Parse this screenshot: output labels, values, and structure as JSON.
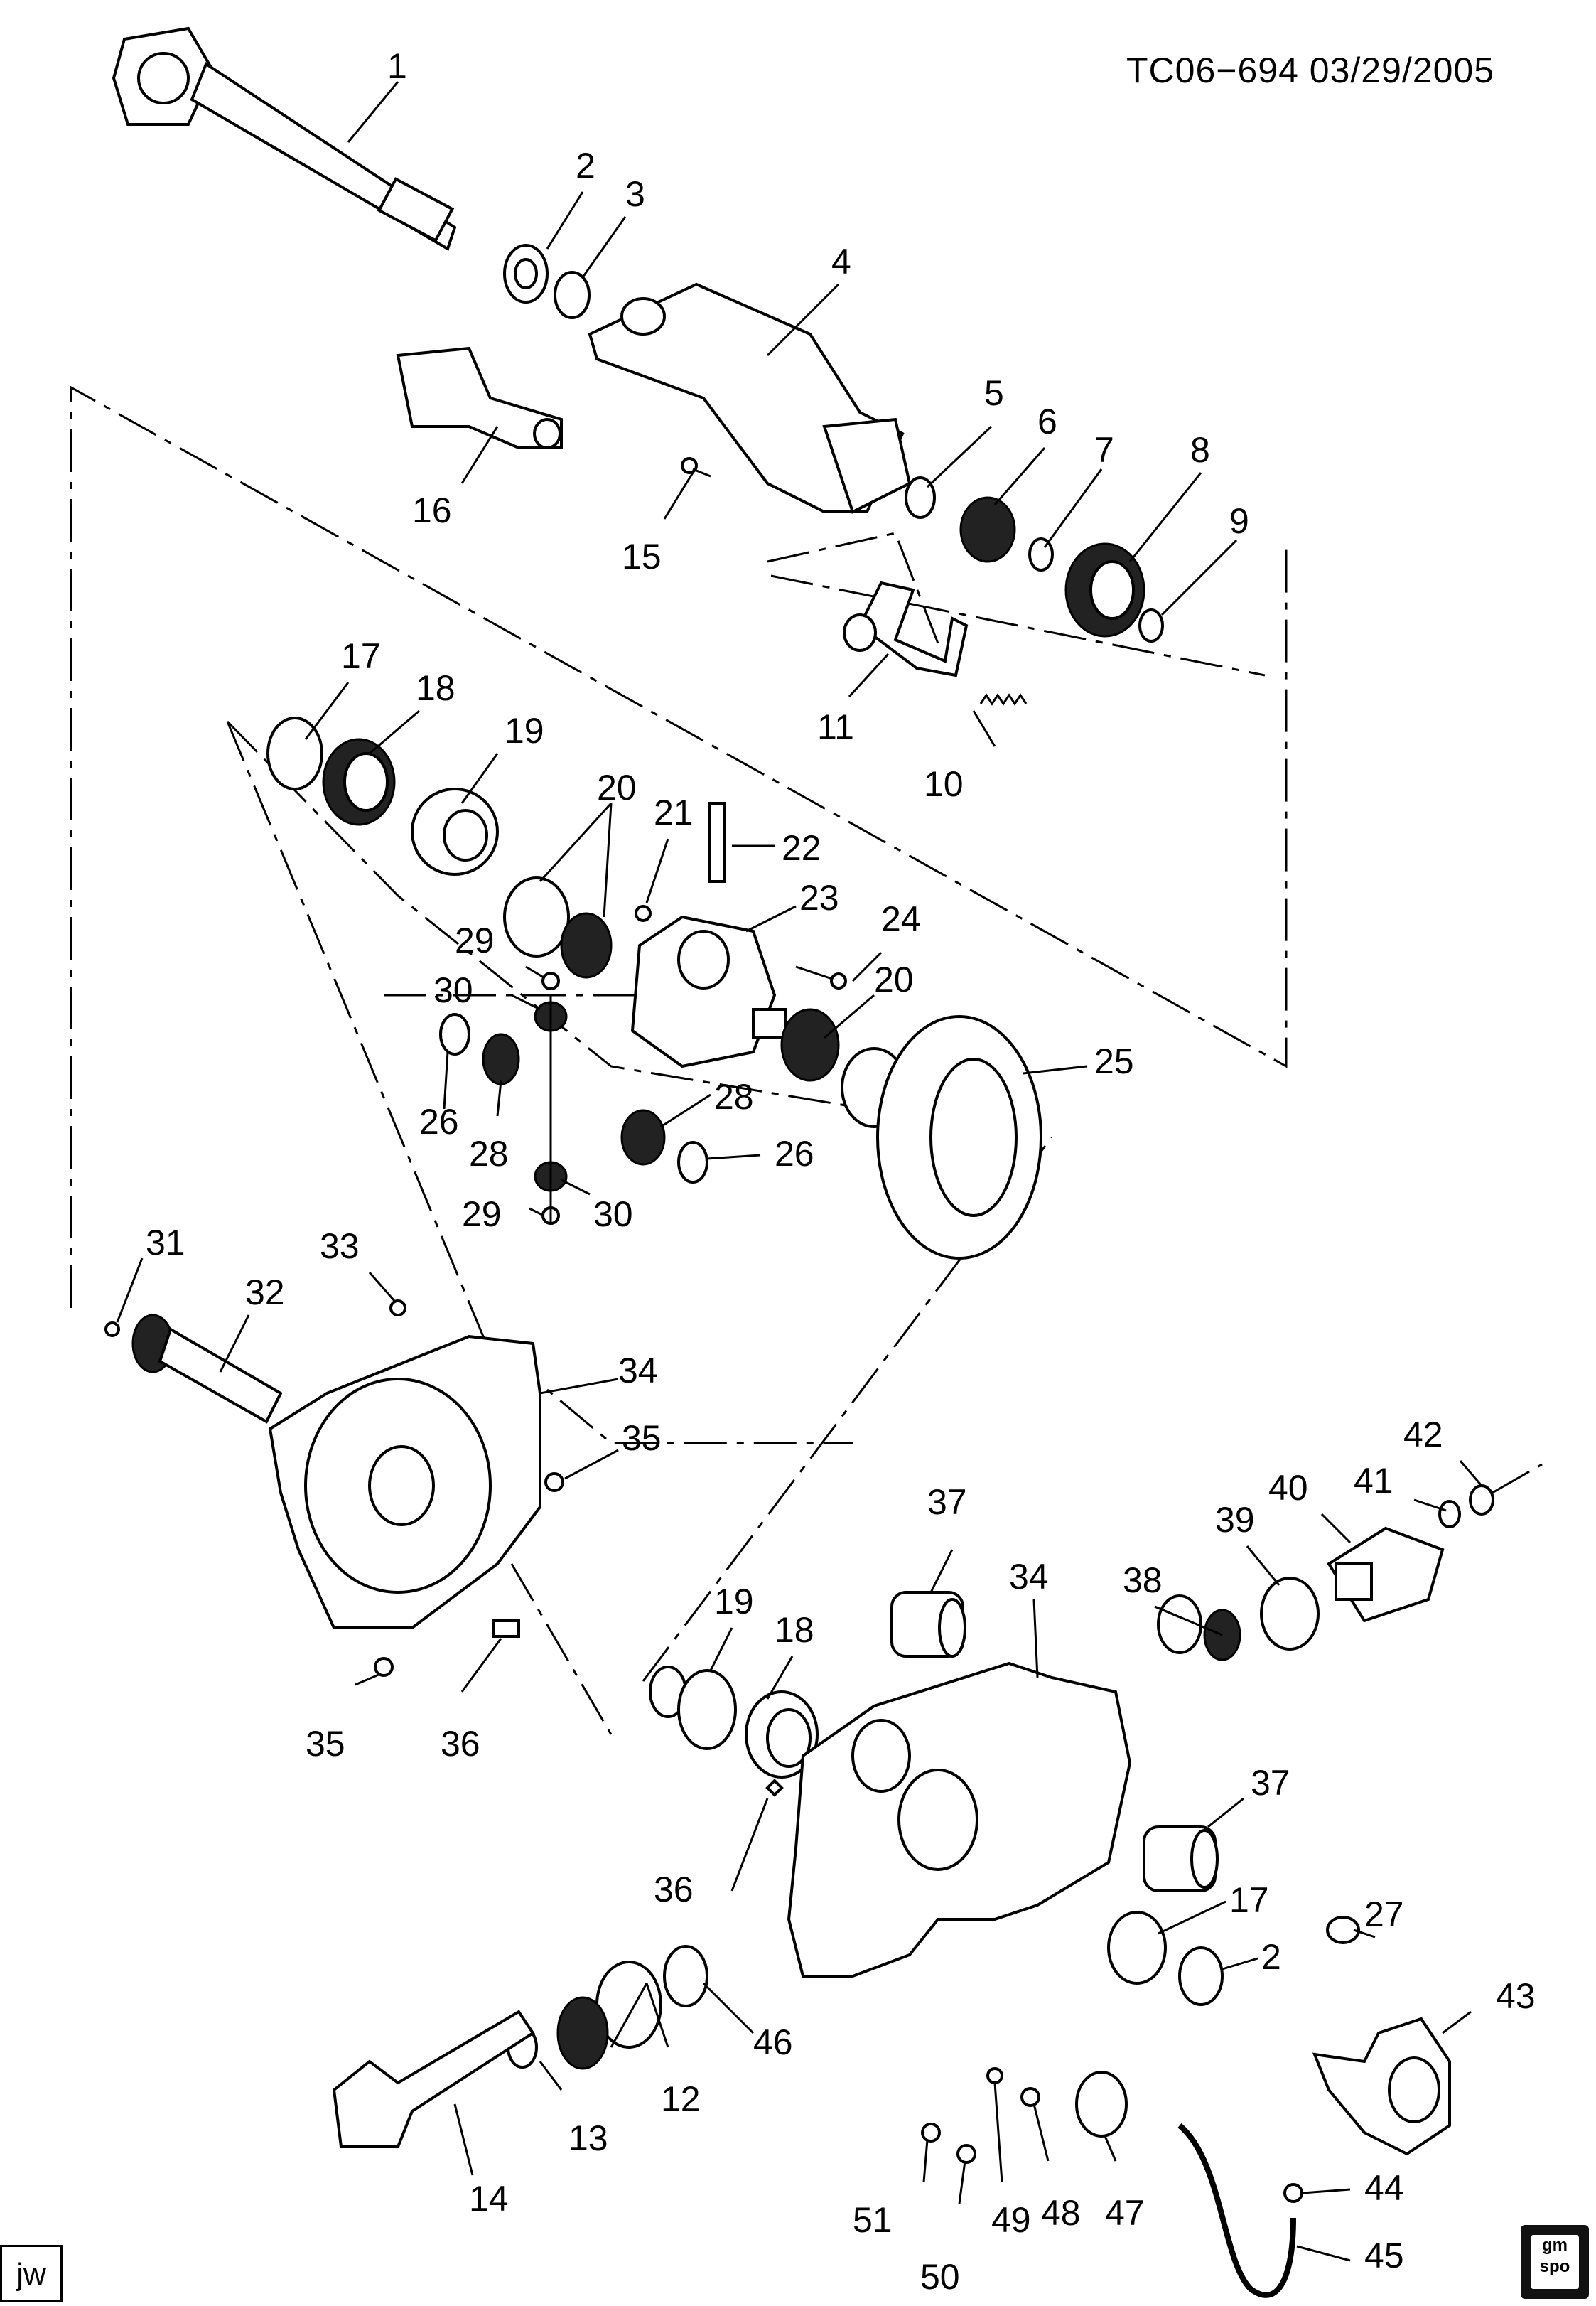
{
  "header": {
    "code": "TC06−694  03/29/2005"
  },
  "footer": {
    "artist_initials": "jw",
    "logo_text": "gm spo"
  },
  "callouts": [
    "1",
    "2",
    "3",
    "4",
    "5",
    "6",
    "7",
    "8",
    "9",
    "10",
    "11",
    "12",
    "13",
    "14",
    "15",
    "16",
    "17",
    "18",
    "19",
    "20",
    "21",
    "22",
    "23",
    "24",
    "20",
    "25",
    "26",
    "28",
    "28",
    "26",
    "29",
    "30",
    "29",
    "30",
    "31",
    "32",
    "33",
    "34",
    "35",
    "35",
    "36",
    "37",
    "34",
    "38",
    "39",
    "40",
    "41",
    "42",
    "19",
    "18",
    "36",
    "37",
    "17",
    "2",
    "27",
    "43",
    "46",
    "12",
    "13",
    "14",
    "51",
    "50",
    "49",
    "48",
    "47",
    "44",
    "45"
  ]
}
